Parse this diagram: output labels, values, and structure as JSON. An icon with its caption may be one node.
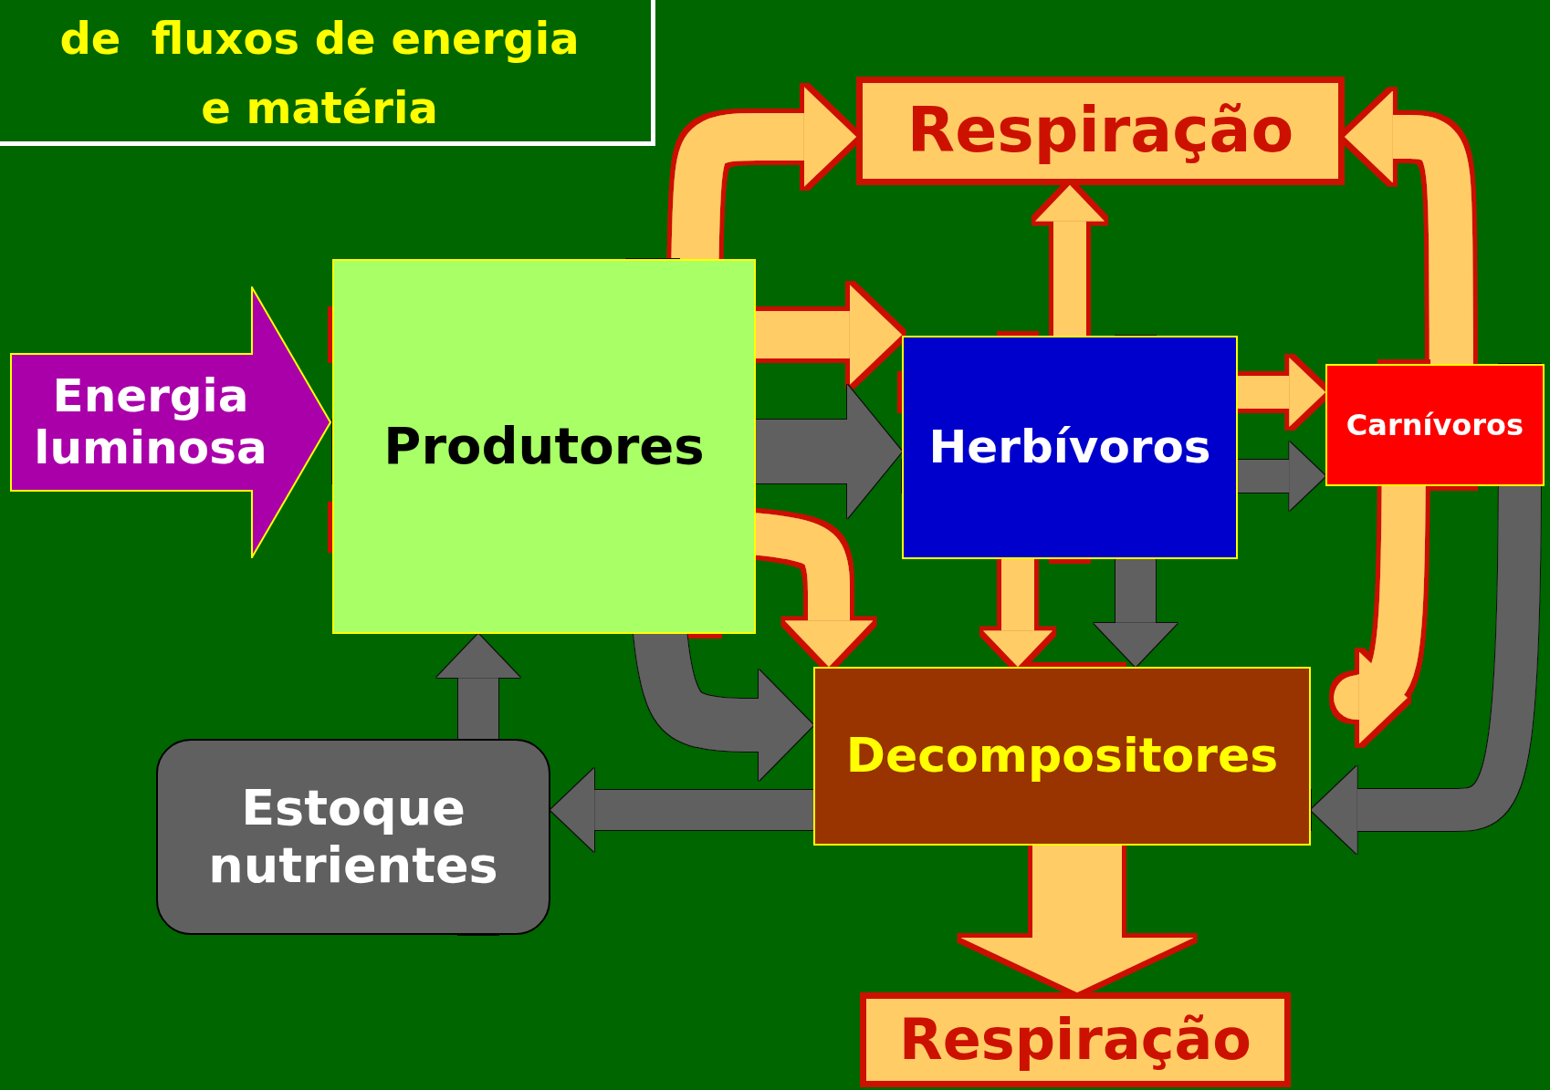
{
  "diagram": {
    "title": "de  fluxos de energia e matéria",
    "nodes": [
      {
        "text": [
          "Energia luminosa"
        ]
      },
      {
        "text": [
          "Produtores"
        ]
      },
      {
        "text": [
          "Herbívoros"
        ]
      },
      {
        "text": [
          "Carnívoros"
        ]
      },
      {
        "text": [
          "Decompositores"
        ]
      },
      {
        "text": [
          "Estoque nutrientes"
        ]
      },
      {
        "text": [
          "Respiração"
        ]
      },
      {
        "text": [
          "Respiração"
        ]
      }
    ],
    "edges": [
      {
        "from": 1,
        "to": 6,
        "arrow": "to"
      },
      {
        "from": 1,
        "to": 2,
        "arrow": "to"
      },
      {
        "from": 1,
        "to": 2,
        "arrow": "to",
        "color": "#606060"
      },
      {
        "from": 1,
        "to": 4,
        "arrow": "to"
      },
      {
        "from": 1,
        "to": 4,
        "arrow": "to",
        "color": "#606060"
      },
      {
        "from": 2,
        "to": 6,
        "arrow": "to"
      },
      {
        "from": 2,
        "to": 3,
        "arrow": "to"
      },
      {
        "from": 2,
        "to": 3,
        "arrow": "to",
        "color": "#606060"
      },
      {
        "from": 2,
        "to": 4,
        "arrow": "to"
      },
      {
        "from": 2,
        "to": 4,
        "arrow": "to",
        "color": "#606060"
      },
      {
        "from": 3,
        "to": 6,
        "arrow": "to"
      },
      {
        "from": 3,
        "to": 4,
        "arrow": "to"
      },
      {
        "from": 3,
        "to": 4,
        "arrow": "to",
        "color": "#606060"
      },
      {
        "from": 4,
        "to": 7,
        "arrow": "to",
        "style": "thick"
      },
      {
        "from": 4,
        "to": 5,
        "arrow": "to",
        "color": "#606060"
      },
      {
        "from": 5,
        "to": 1,
        "arrow": "to",
        "color": "#606060"
      }
    ]
  }
}
